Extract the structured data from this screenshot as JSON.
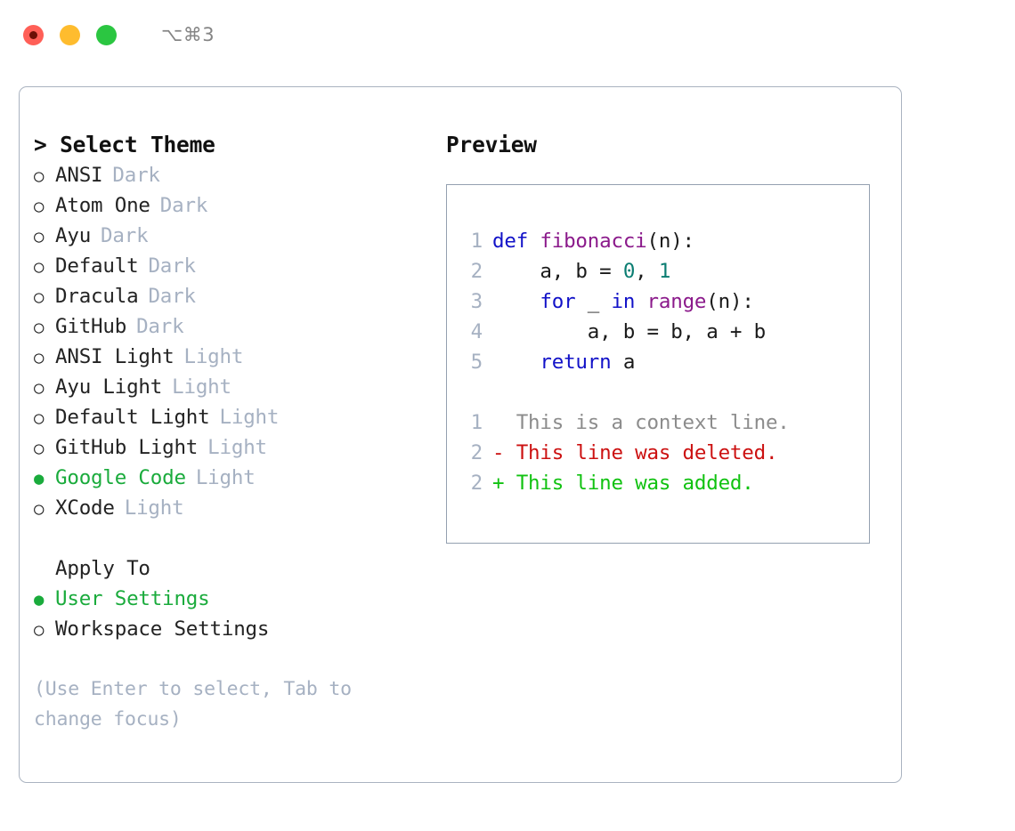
{
  "window": {
    "shortcut": "⌥⌘3",
    "traffic_lights": [
      {
        "name": "close",
        "color": "#ff5f57"
      },
      {
        "name": "minimize",
        "color": "#febc2e"
      },
      {
        "name": "zoom",
        "color": "#2bc641"
      }
    ]
  },
  "theme_picker": {
    "heading": "> Select Theme",
    "marker_selected": "●",
    "marker_unselected": "○",
    "accent_color": "#1aab3c",
    "badge_color": "#a6b1c2",
    "items": [
      {
        "label": "ANSI",
        "badge": "Dark",
        "selected": false
      },
      {
        "label": "Atom One",
        "badge": "Dark",
        "selected": false
      },
      {
        "label": "Ayu",
        "badge": "Dark",
        "selected": false
      },
      {
        "label": "Default",
        "badge": "Dark",
        "selected": false
      },
      {
        "label": "Dracula",
        "badge": "Dark",
        "selected": false
      },
      {
        "label": "GitHub",
        "badge": "Dark",
        "selected": false
      },
      {
        "label": "ANSI Light",
        "badge": "Light",
        "selected": false
      },
      {
        "label": "Ayu Light",
        "badge": "Light",
        "selected": false
      },
      {
        "label": "Default Light",
        "badge": "Light",
        "selected": false
      },
      {
        "label": "GitHub Light",
        "badge": "Light",
        "selected": false
      },
      {
        "label": "Google Code",
        "badge": "Light",
        "selected": true
      },
      {
        "label": "XCode",
        "badge": "Light",
        "selected": false
      }
    ]
  },
  "apply_to": {
    "heading": "Apply To",
    "items": [
      {
        "label": "User Settings",
        "selected": true
      },
      {
        "label": "Workspace Settings",
        "selected": false
      }
    ]
  },
  "hint": "(Use Enter to select, Tab to change focus)",
  "preview": {
    "title": "Preview",
    "code_lines": [
      {
        "no": "1",
        "tokens": [
          {
            "t": "def ",
            "c": "kw"
          },
          {
            "t": "fibonacci",
            "c": "fn"
          },
          {
            "t": "(n):",
            "c": "pln"
          }
        ]
      },
      {
        "no": "2",
        "tokens": [
          {
            "t": "    a, b = ",
            "c": "pln"
          },
          {
            "t": "0",
            "c": "num"
          },
          {
            "t": ", ",
            "c": "pln"
          },
          {
            "t": "1",
            "c": "num"
          }
        ]
      },
      {
        "no": "3",
        "tokens": [
          {
            "t": "    ",
            "c": "pln"
          },
          {
            "t": "for",
            "c": "kw"
          },
          {
            "t": " _ ",
            "c": "pln"
          },
          {
            "t": "in",
            "c": "kw"
          },
          {
            "t": " ",
            "c": "pln"
          },
          {
            "t": "range",
            "c": "fn"
          },
          {
            "t": "(n):",
            "c": "pln"
          }
        ]
      },
      {
        "no": "4",
        "tokens": [
          {
            "t": "        a, b = b, a + b",
            "c": "pln"
          }
        ]
      },
      {
        "no": "5",
        "tokens": [
          {
            "t": "    ",
            "c": "pln"
          },
          {
            "t": "return",
            "c": "kw"
          },
          {
            "t": " a",
            "c": "pln"
          }
        ]
      }
    ],
    "diff_lines": [
      {
        "no": "1",
        "text": "  This is a context line.",
        "kind": "ctx"
      },
      {
        "no": "2",
        "text": "- This line was deleted.",
        "kind": "del"
      },
      {
        "no": "2",
        "text": "+ This line was added.",
        "kind": "add"
      }
    ],
    "diff_colors": {
      "context": "#8c8c8c",
      "deleted": "#cc1111",
      "added": "#11c211"
    },
    "syntax_colors": {
      "keyword": "#1212c8",
      "function": "#8b1a8b",
      "number": "#0b7d72",
      "plain": "#1a1a1a",
      "lineno": "#a6b1c2"
    }
  }
}
